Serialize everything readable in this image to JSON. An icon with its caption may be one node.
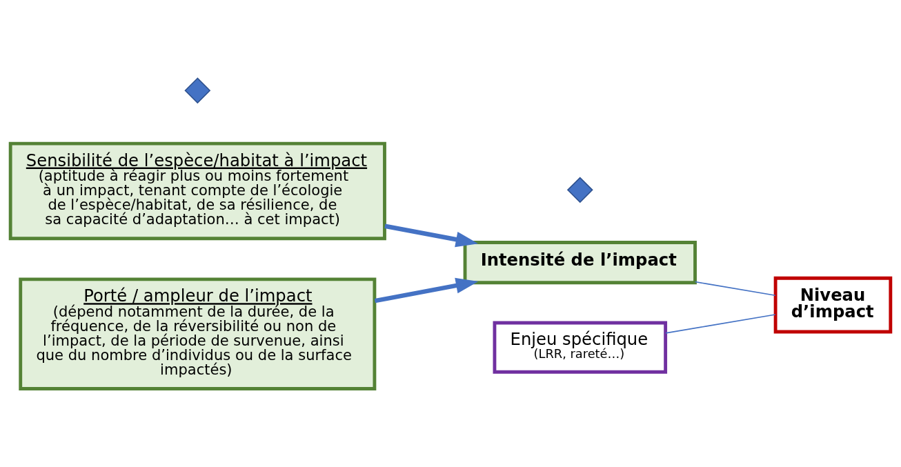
{
  "diagram": {
    "nodes": [
      {
        "text": [
          "Sensibilité de l’espèce/habitat à l’impact",
          "(aptitude à réagir plus ou moins fortement à un impact, tenant compte de l’écologie de l’espèce/habitat, de sa résilience, de sa capacité d’adaptation… à cet impact)"
        ]
      },
      {
        "text": [],
        "shape": "cross"
      },
      {
        "text": [
          "Porté / ampleur de l’impact",
          "(dépend notamment de la durée, de la fréquence, de la réversibilité ou non de l’impact, de la période de survenue, ainsi que du nombre d’individus ou de la surface impactés)"
        ]
      },
      {
        "text": [
          "Intensité de l’impact"
        ]
      },
      {
        "text": [],
        "shape": "cross"
      },
      {
        "text": [
          "Enjeu spécifique",
          "(LRR, rareté…)"
        ]
      },
      {
        "text": [
          "Niveau d’impact"
        ]
      }
    ],
    "edges": [
      {
        "from": 0,
        "to": 3,
        "arrow": "to",
        "style": "thick"
      },
      {
        "from": 2,
        "to": 3,
        "arrow": "to",
        "style": "thick"
      },
      {
        "from": 3,
        "to": 6,
        "arrow": "none"
      },
      {
        "from": 5,
        "to": 6,
        "arrow": "none"
      }
    ]
  }
}
